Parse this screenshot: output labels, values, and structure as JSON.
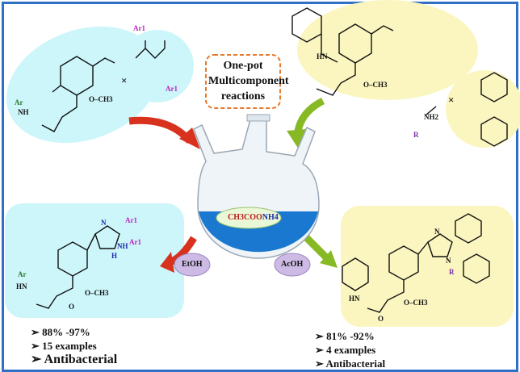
{
  "title_box": {
    "line1": "One-pot",
    "line2": "Multicomponent",
    "line3": "reactions"
  },
  "reagent": {
    "part1": "CH3COO",
    "part2": "NH4"
  },
  "solvents": {
    "left": "EtOH",
    "right": "AcOH"
  },
  "labels": {
    "ar": "Ar",
    "ar1": "Ar1",
    "nh": "NH",
    "hn": "HN",
    "o": "O",
    "och3": "O–CH3",
    "nh2": "NH2",
    "r": "R",
    "n": "N",
    "h": "H",
    "plus": "×"
  },
  "left_results": [
    "88% -97%",
    "15 examples",
    "Antibacterial"
  ],
  "right_results": [
    "81% -92%",
    "4 examples",
    "Antibacterial"
  ],
  "colors": {
    "frame": "#2f6fc6",
    "cyan": "#cdf6fb",
    "yellow": "#fbf6bf",
    "red_arrow": "#d8321e",
    "green_arrow": "#86b923",
    "liquid": "#1b78d0",
    "bubble": "#cdbbe6",
    "dash": "#e8782a"
  }
}
